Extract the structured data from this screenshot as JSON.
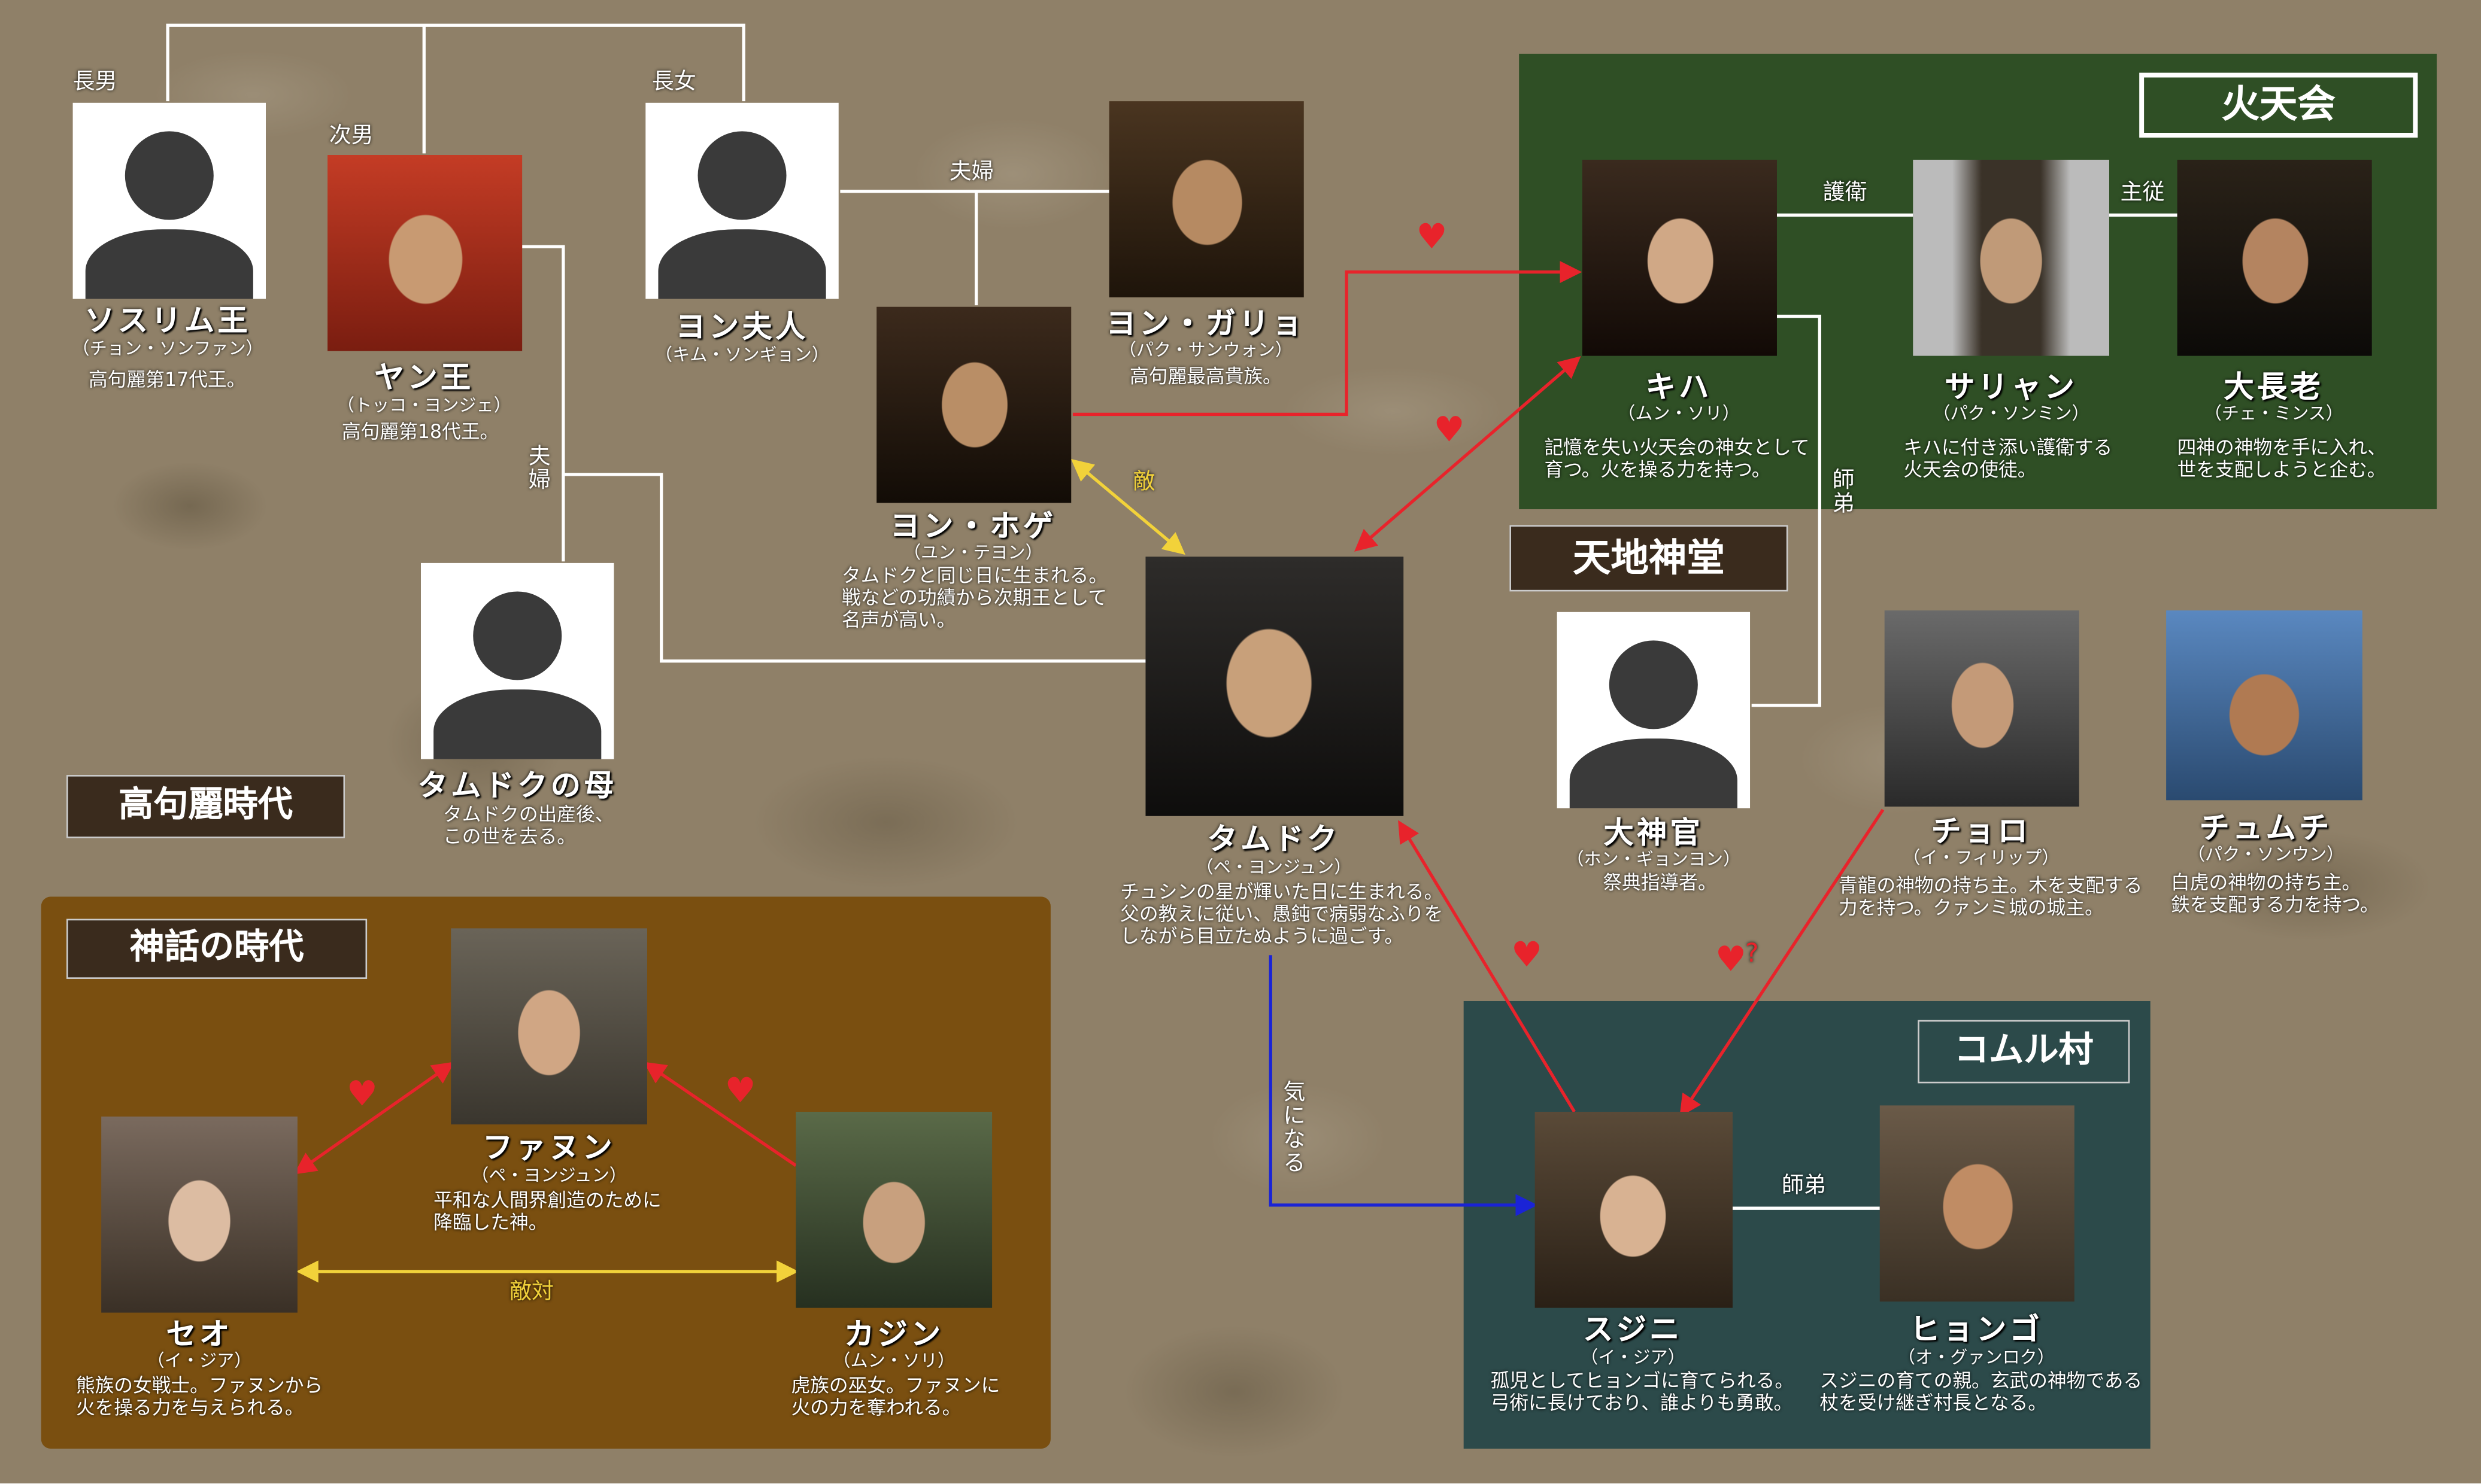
{
  "colors": {
    "background": "#8f8068",
    "green_group": "#2f4f25",
    "teal_group": "#2c4a4a",
    "myth_group": "#7a4f10",
    "label_dark": "#3a2b1d",
    "family_line": "#ffffff",
    "love_arrow": "#e8232b",
    "rival_arrow": "#f2d23a",
    "concern_arrow": "#1a23d6"
  },
  "groups": {
    "hwachunhoe": "火天会",
    "tenchishindo": "天地神堂",
    "goguryeo_era": "高句麗時代",
    "myth_era": "神話の時代",
    "komul_village": "コムル村"
  },
  "people": {
    "sosurim": {
      "name": "ソスリム王",
      "actor": "（チョン・ソンファン）",
      "desc": [
        "高句麗第17代王。"
      ],
      "icon": "person-silhouette-icon"
    },
    "yang": {
      "name": "ヤン王",
      "actor": "（トッコ・ヨンジェ）",
      "desc": [
        "高句麗第18代王。"
      ]
    },
    "yeon_wife": {
      "name": "ヨン夫人",
      "actor": "（キム・ソンギョン）",
      "desc": [],
      "icon": "person-silhouette-icon"
    },
    "yeon_gario": {
      "name": "ヨン・ガリョ",
      "actor": "（パク・サンウォン）",
      "desc": [
        "高句麗最高貴族。"
      ]
    },
    "yeon_hoge": {
      "name": "ヨン・ホゲ",
      "actor": "（ユン・テヨン）",
      "desc": [
        "タムドクと同じ日に生まれる。",
        "戦などの功績から次期王として",
        "名声が高い。"
      ]
    },
    "tamdeok_mother": {
      "name": "タムドクの母",
      "desc": [
        "タムドクの出産後、",
        "この世を去る。"
      ],
      "icon": "person-silhouette-icon"
    },
    "tamdeok": {
      "name": "タムドク",
      "actor": "（ペ・ヨンジュン）",
      "desc": [
        "チュシンの星が輝いた日に生まれる。",
        "父の教えに従い、愚鈍で病弱なふりを",
        "しながら目立たぬように過ごす。"
      ]
    },
    "kiha": {
      "name": "キハ",
      "actor": "（ムン・ソリ）",
      "desc": [
        "記憶を失い火天会の神女として",
        "育つ。火を操る力を持つ。"
      ]
    },
    "sarian": {
      "name": "サリャン",
      "actor": "（パク・ソンミン）",
      "desc": [
        "キハに付き添い護衛する",
        "火天会の使徒。"
      ]
    },
    "daejangro": {
      "name": "大長老",
      "actor": "（チェ・ミンス）",
      "desc": [
        "四神の神物を手に入れ、",
        "世を支配しようと企む。"
      ]
    },
    "daeshingwan": {
      "name": "大神官",
      "actor": "（ホン・ギョンヨン）",
      "desc": [
        "祭典指導者。"
      ],
      "icon": "person-silhouette-icon"
    },
    "cheoro": {
      "name": "チョロ",
      "actor": "（イ・フィリップ）",
      "desc": [
        "青龍の神物の持ち主。木を支配する",
        "力を持つ。クァンミ城の城主。"
      ]
    },
    "jumuchi": {
      "name": "チュムチ",
      "actor": "（パク・ソンウン）",
      "desc": [
        "白虎の神物の持ち主。",
        "鉄を支配する力を持つ。"
      ]
    },
    "sujini": {
      "name": "スジニ",
      "actor": "（イ・ジア）",
      "desc": [
        "孤児としてヒョンゴに育てられる。",
        "弓術に長けており、誰よりも勇敢。"
      ]
    },
    "hyeongo": {
      "name": "ヒョンゴ",
      "actor": "（オ・グァンロク）",
      "desc": [
        "スジニの育ての親。玄武の神物である",
        "杖を受け継ぎ村長となる。"
      ]
    },
    "hwanung": {
      "name": "ファヌン",
      "actor": "（ペ・ヨンジュン）",
      "desc": [
        "平和な人間界創造のために",
        "降臨した神。"
      ]
    },
    "seo": {
      "name": "セオ",
      "actor": "（イ・ジア）",
      "desc": [
        "熊族の女戦士。ファヌンから",
        "火を操る力を与えられる。"
      ]
    },
    "kajin": {
      "name": "カジン",
      "actor": "（ムン・ソリ）",
      "desc": [
        "虎族の巫女。ファヌンに",
        "火の力を奪われる。"
      ]
    }
  },
  "relations": {
    "eldest_son": "長男",
    "second_son": "次男",
    "eldest_daughter": "長女",
    "couple_top": "夫婦",
    "couple_side": "夫婦",
    "enemy": "敵",
    "guard": "護衛",
    "master_servant": "主従",
    "disciple_kiha": "師弟",
    "concerned": "気になる",
    "disciple_sujini": "師弟",
    "rivalry": "敵対",
    "love": "♥",
    "love_question": "?"
  }
}
